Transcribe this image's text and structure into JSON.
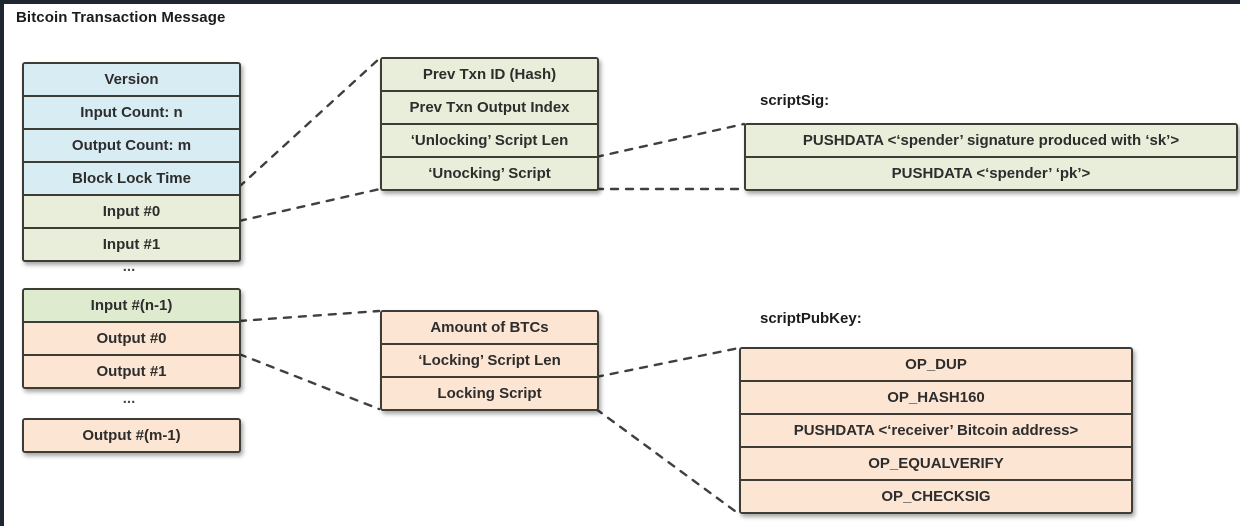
{
  "title": "Bitcoin Transaction Message",
  "ellipsis": "...",
  "colors": {
    "blue": "#d8ecf4",
    "green": "#e9eeda",
    "green2": "#deebcf",
    "orange": "#fce5d2",
    "box_border": "#3d3c35",
    "connector_line": "#3f3f3f",
    "frame": "#1f2630"
  },
  "left_column": {
    "group1": [
      {
        "label": "Version",
        "color": "blue"
      },
      {
        "label": "Input Count: n",
        "color": "blue"
      },
      {
        "label": "Output Count: m",
        "color": "blue"
      },
      {
        "label": "Block Lock Time",
        "color": "blue"
      },
      {
        "label": "Input #0",
        "color": "green"
      },
      {
        "label": "Input #1",
        "color": "green"
      }
    ],
    "group2": [
      {
        "label": "Input #(n-1)",
        "color": "green2"
      },
      {
        "label": "Output #0",
        "color": "orange"
      },
      {
        "label": "Output #1",
        "color": "orange"
      }
    ],
    "group3": [
      {
        "label": "Output #(m-1)",
        "color": "orange"
      }
    ]
  },
  "input_detail": {
    "rows": [
      "Prev Txn ID (Hash)",
      "Prev Txn Output Index",
      "‘Unlocking’ Script Len",
      "‘Unocking’ Script"
    ]
  },
  "script_sig": {
    "label": "scriptSig:",
    "rows": [
      "PUSHDATA <‘spender’ signature produced with ‘sk’>",
      "PUSHDATA <‘spender’ ‘pk’>"
    ]
  },
  "output_detail": {
    "rows": [
      "Amount of BTCs",
      "‘Locking’ Script Len",
      "Locking Script"
    ]
  },
  "script_pub_key": {
    "label": "scriptPubKey:",
    "rows": [
      "OP_DUP",
      "OP_HASH160",
      "PUSHDATA <‘receiver’ Bitcoin address>",
      "OP_EQUALVERIFY",
      "OP_CHECKSIG"
    ]
  }
}
